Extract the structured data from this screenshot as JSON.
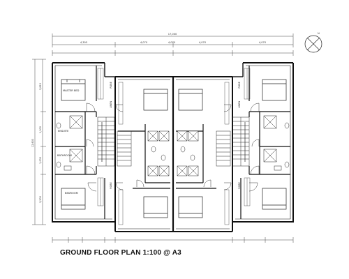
{
  "drawing": {
    "title": "GROUND FLOOR PLAN  1:100 @ A3",
    "north_label": "N"
  },
  "dimensions": {
    "overall_top": "17,000",
    "top_segments": [
      "4,305",
      "4,070",
      "4,070",
      "4,070",
      "4,070"
    ],
    "left_overall": "12,600",
    "left_segments": [
      "2,810",
      "1,000",
      "1,000",
      "3,200"
    ]
  },
  "rooms": {
    "master_bed": "MASTER BED",
    "ensuite": "ENSUITE",
    "bathroom": "BATHROOM",
    "bedroom": "BEDROOM",
    "robe": "ROBE",
    "linen": "LINEN"
  }
}
